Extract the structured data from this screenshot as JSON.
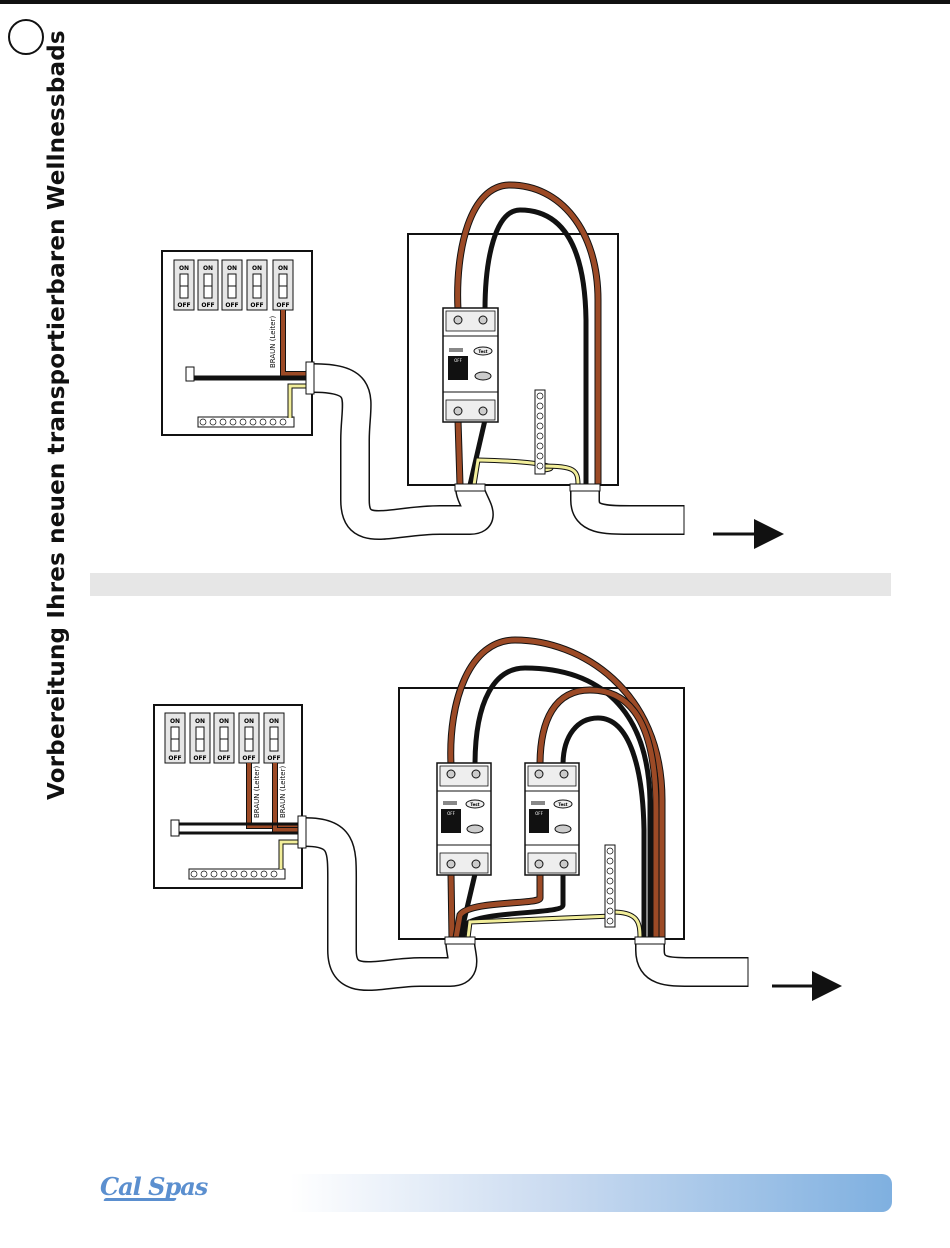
{
  "header": {
    "side_title": "Vorbereitung Ihres neuen transportierbaren Wellnessbads"
  },
  "diagram1": {
    "breaker_on": "ON",
    "breaker_off": "OFF",
    "wire_label": "BRAUN (Leiter)",
    "gfci_test": "Test",
    "gfci_off": "OFF"
  },
  "diagram2": {
    "breaker_on": "ON",
    "breaker_off": "OFF",
    "wire_label_1": "BRAUN (Leiter)",
    "wire_label_2": "BRAUN (Leiter)",
    "gfci_test": "Test",
    "gfci_off": "OFF"
  },
  "footer": {
    "logo": "Cal Spas"
  },
  "colors": {
    "brown_wire": "#9c4a26",
    "black_wire": "#111111",
    "ground_wire": "#f2ee9a",
    "accent_blue": "#7fb0e0"
  }
}
